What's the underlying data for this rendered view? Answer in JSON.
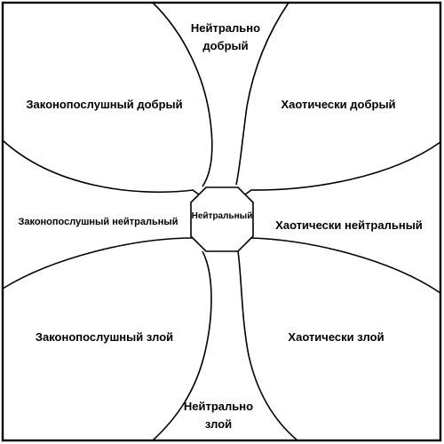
{
  "alignments": {
    "neutral_good": {
      "line1": "Нейтрально",
      "line2": "добрый"
    },
    "lawful_good": "Законопослушный добрый",
    "chaotic_good": "Хаотически добрый",
    "lawful_neutral": "Законопослушный нейтральный",
    "true_neutral": "Нейтральный",
    "chaotic_neutral": "Хаотически нейтральный",
    "lawful_evil": "Законопослушный злой",
    "chaotic_evil": "Хаотически злой",
    "neutral_evil": {
      "line1": "Нейтрально",
      "line2": "злой"
    }
  },
  "colors": {
    "stroke": "#000000",
    "background": "#ffffff",
    "text": "#000000"
  }
}
